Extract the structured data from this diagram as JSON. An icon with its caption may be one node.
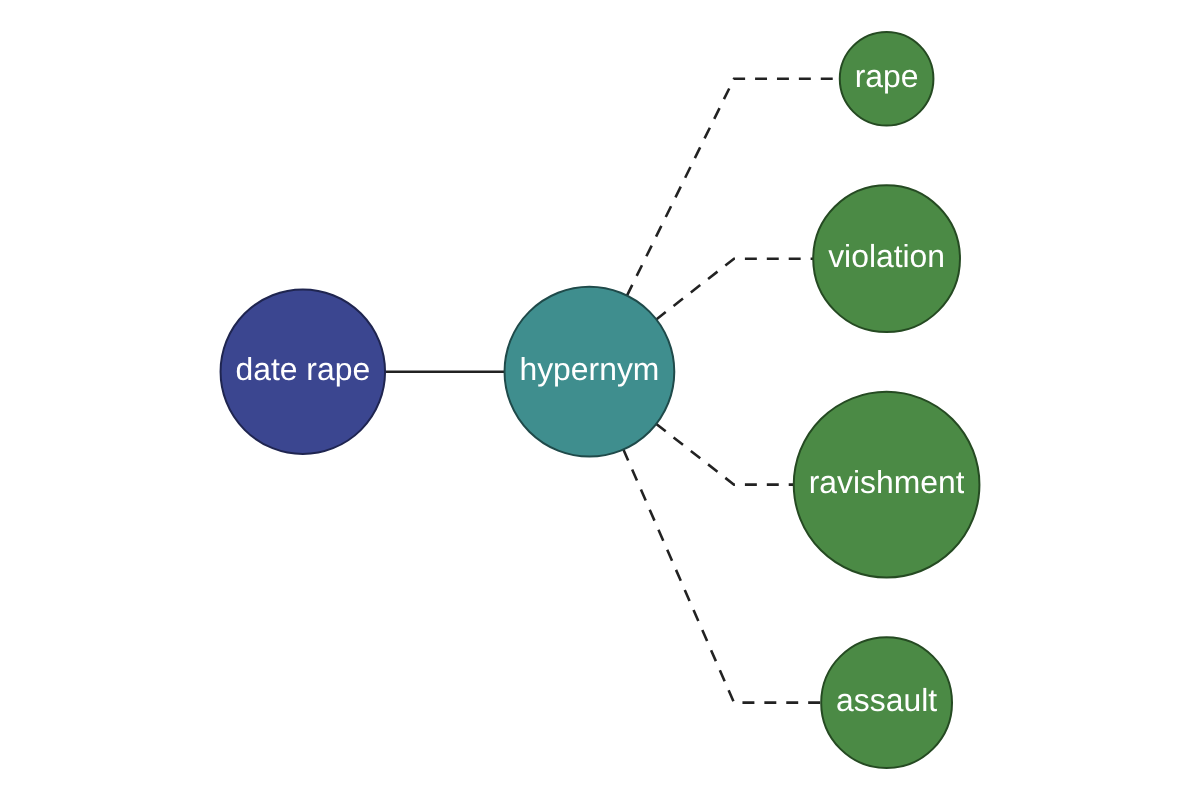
{
  "diagram": {
    "nodes": [
      {
        "text": [
          "rape"
        ]
      },
      {
        "text": [
          "date rape"
        ]
      },
      {
        "text": [
          "violation"
        ]
      },
      {
        "text": [
          "hypernym"
        ]
      },
      {
        "text": [
          "ravishment"
        ]
      },
      {
        "text": [
          "assault"
        ]
      }
    ],
    "edges": [
      {
        "from": 1,
        "to": 3,
        "arrow": "none"
      },
      {
        "from": 3,
        "to": 0,
        "arrow": "none",
        "style": "dashed"
      },
      {
        "from": 3,
        "to": 2,
        "arrow": "none",
        "style": "dashed"
      },
      {
        "from": 3,
        "to": 4,
        "arrow": "none",
        "style": "dashed"
      },
      {
        "from": 3,
        "to": 5,
        "arrow": "none",
        "style": "dashed"
      }
    ]
  }
}
